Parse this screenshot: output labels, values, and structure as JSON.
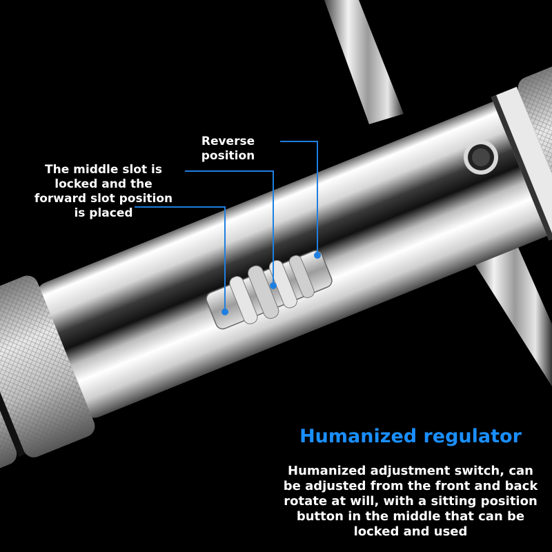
{
  "callouts": {
    "reverse": "Reverse position",
    "middle": "The middle slot is locked and the forward slot position is placed"
  },
  "headline": "Humanized regulator",
  "description": "Humanized adjustment switch, can be adjusted from the front and back rotate at will, with a sitting position button in the middle that can be locked and used",
  "colors": {
    "accent": "#1a8fff",
    "leader": "#1f7fe0",
    "background": "#000000"
  }
}
